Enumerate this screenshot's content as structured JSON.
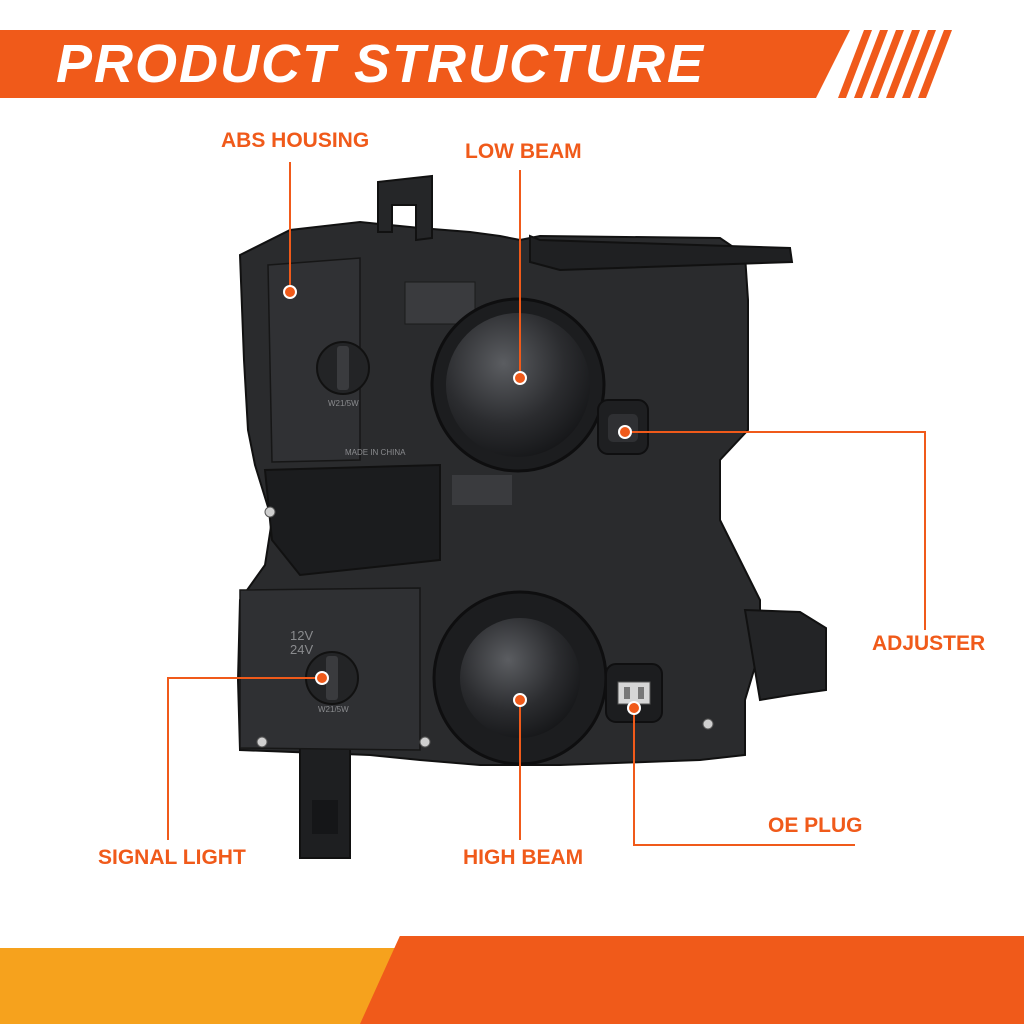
{
  "header": {
    "title": "PRODUCT STRUCTURE"
  },
  "callouts": {
    "abs_housing": "ABS HOUSING",
    "low_beam": "LOW BEAM",
    "adjuster": "ADJUSTER",
    "signal_light": "SIGNAL LIGHT",
    "high_beam": "HIGH BEAM",
    "oe_plug": "OE PLUG"
  },
  "housing_text": {
    "lower_voltage_1": "12V",
    "lower_voltage_2": "24V",
    "lower_bulb": "W21/5W",
    "upper_bulb": "W21/5W",
    "made_in": "MADE IN CHINA"
  },
  "colors": {
    "accent": "#f05a1a",
    "accent_yellow": "#f6a21d",
    "housing": "#2a2b2d",
    "housing_dark": "#1a1b1d"
  }
}
